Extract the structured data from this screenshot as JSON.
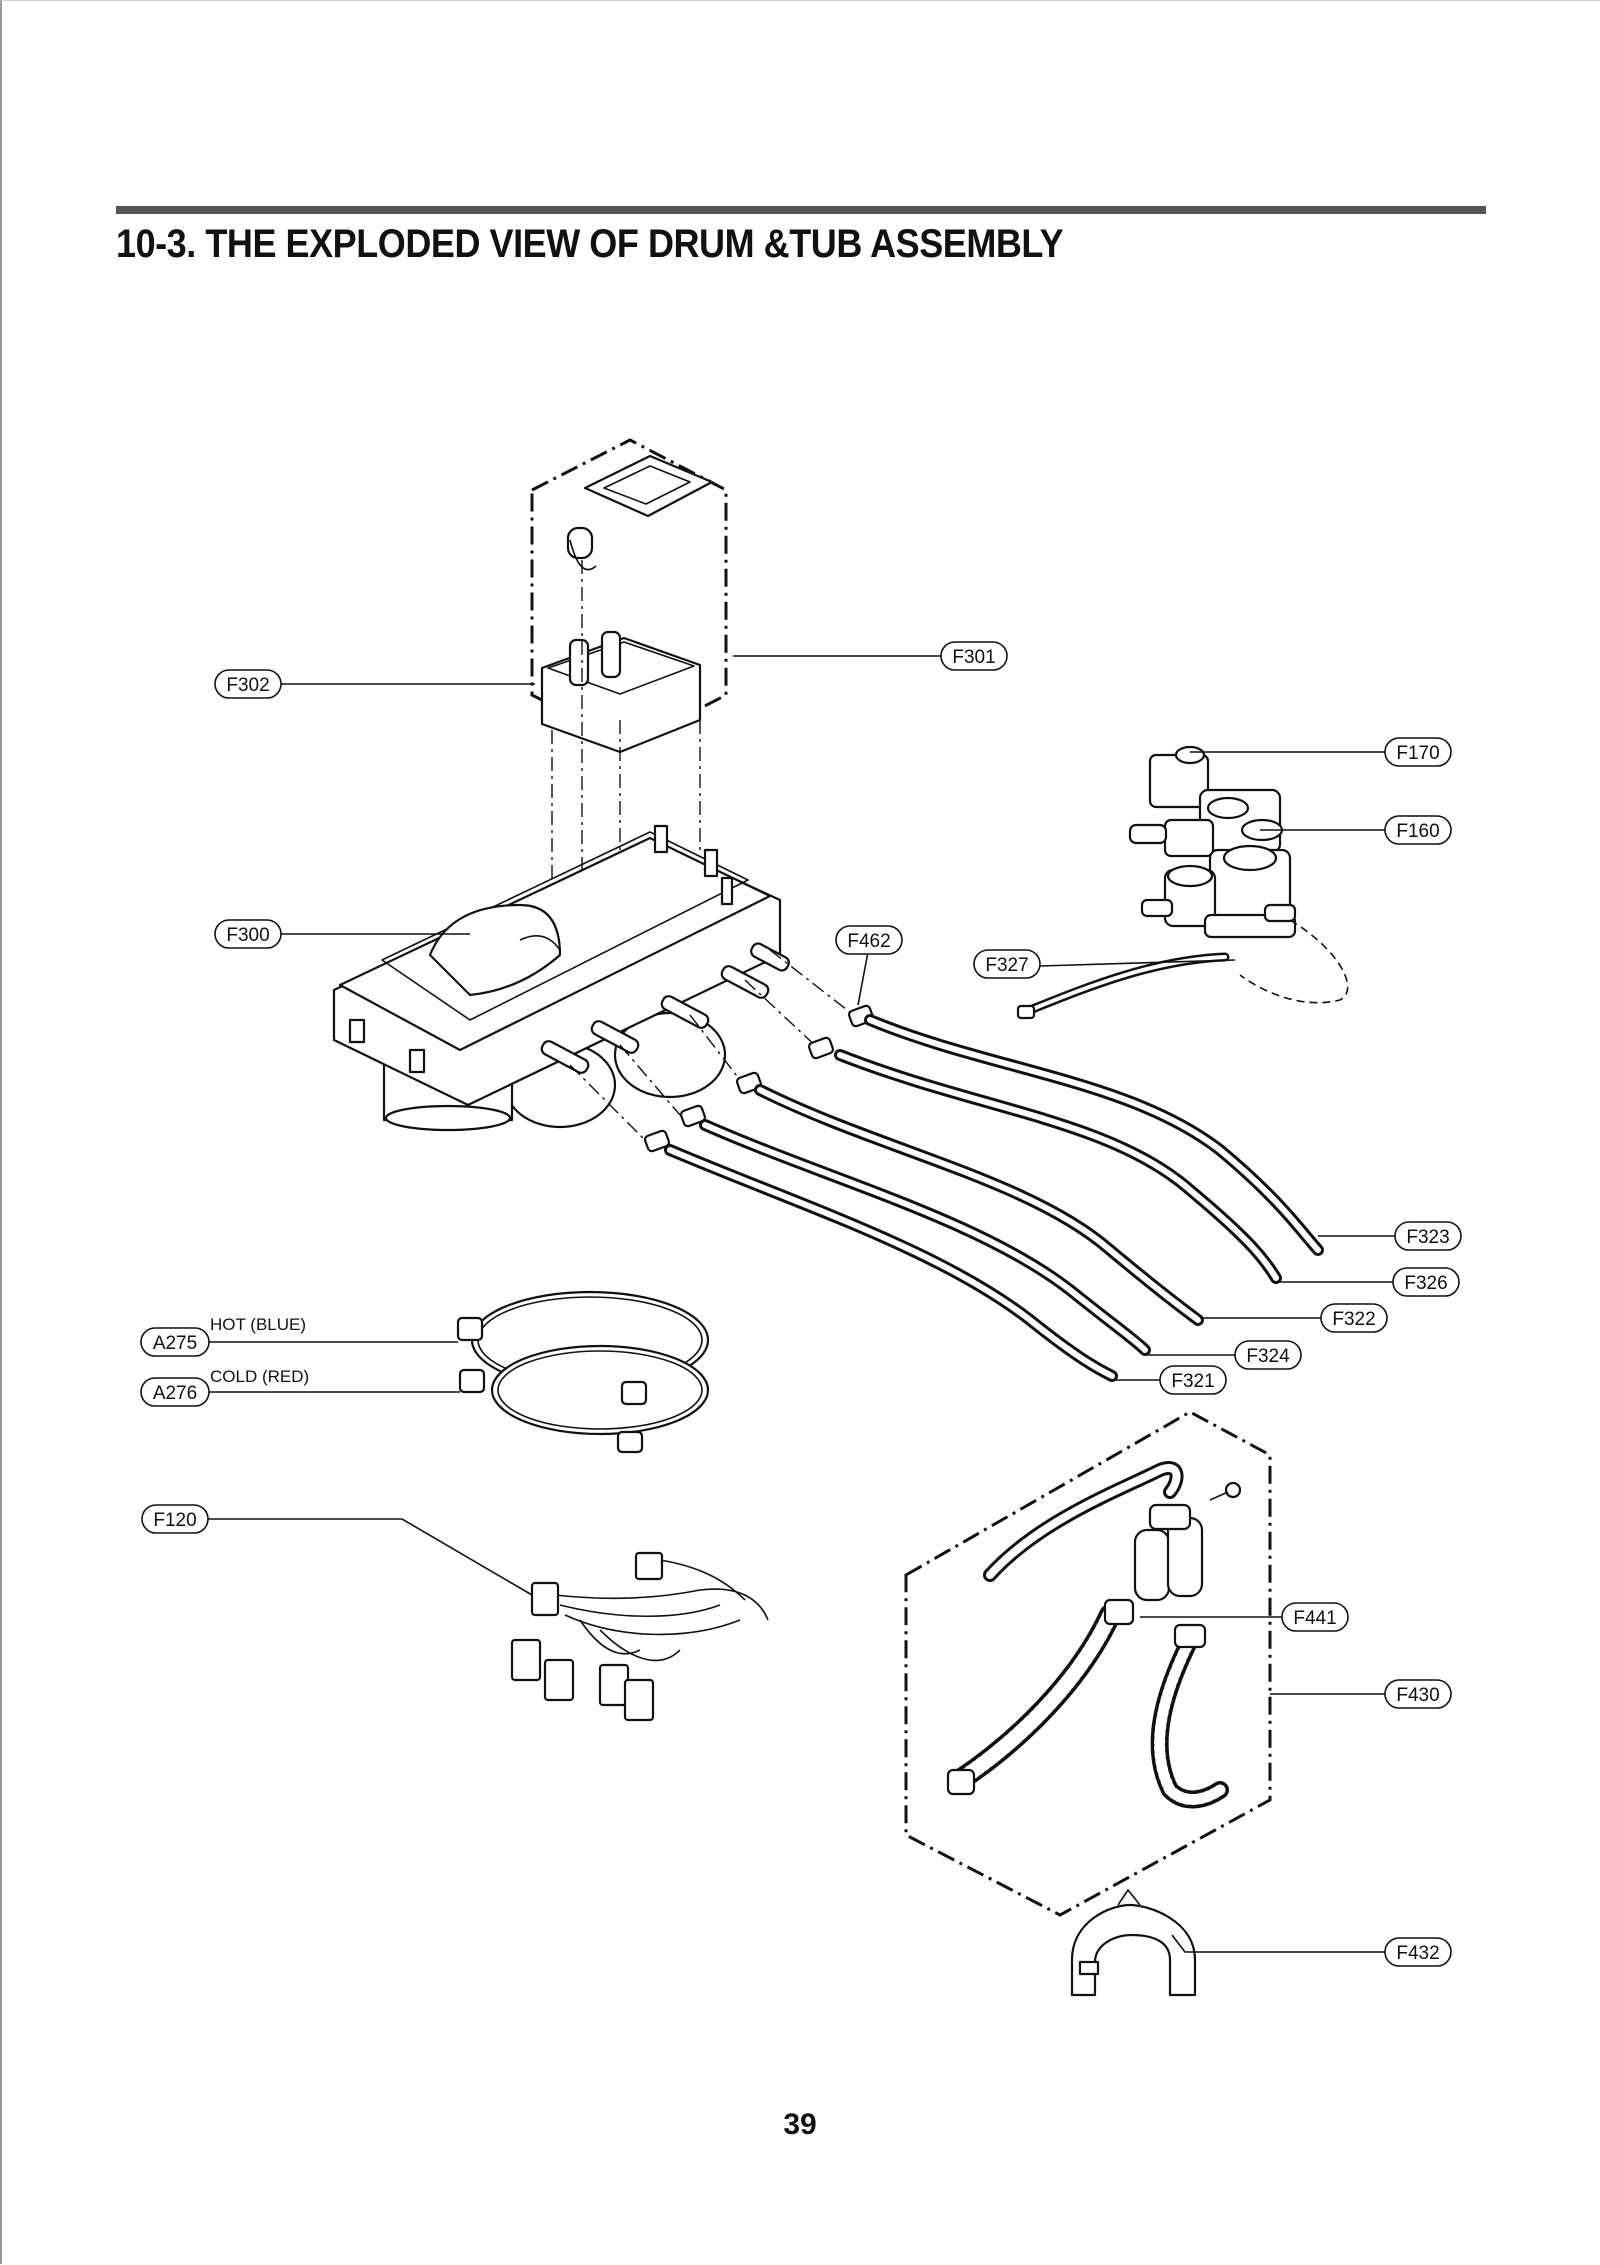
{
  "page": {
    "title": "10-3. THE EXPLODED VIEW OF DRUM &TUB ASSEMBLY",
    "page_number": "39"
  },
  "callouts": [
    {
      "id": "F302"
    },
    {
      "id": "F301"
    },
    {
      "id": "F300"
    },
    {
      "id": "F170"
    },
    {
      "id": "F160"
    },
    {
      "id": "F462"
    },
    {
      "id": "F327"
    },
    {
      "id": "F323"
    },
    {
      "id": "F326"
    },
    {
      "id": "F322"
    },
    {
      "id": "F324"
    },
    {
      "id": "F321"
    },
    {
      "id": "A275"
    },
    {
      "id": "A276"
    },
    {
      "id": "F120"
    },
    {
      "id": "F441"
    },
    {
      "id": "F430"
    },
    {
      "id": "F432"
    }
  ],
  "notes": {
    "hot": "HOT (BLUE)",
    "cold": "COLD (RED)"
  }
}
